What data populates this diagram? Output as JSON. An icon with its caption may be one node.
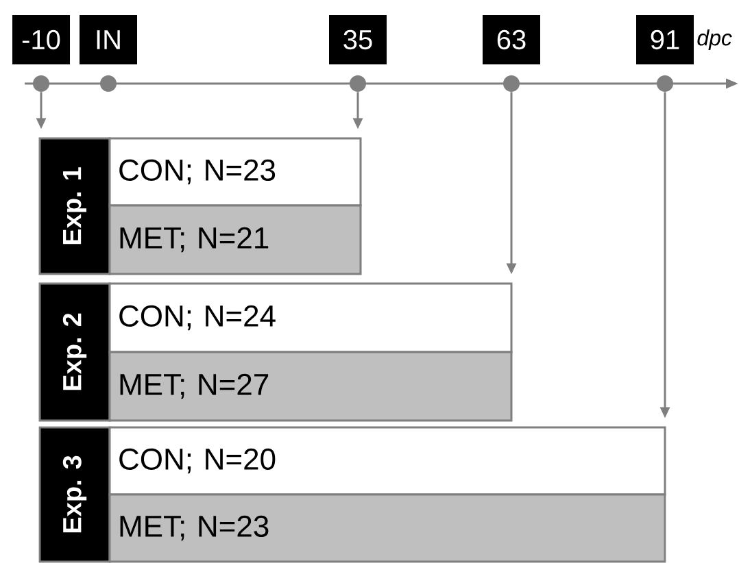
{
  "diagram": {
    "nodes": [
      {
        "text": [
          "-10"
        ]
      },
      {
        "text": [
          "IN"
        ]
      },
      {
        "text": [
          "35"
        ]
      },
      {
        "text": [
          "63"
        ]
      },
      {
        "text": [
          "91"
        ]
      },
      {
        "text": [],
        "shape": "circle"
      },
      {
        "text": [],
        "shape": "circle"
      },
      {
        "text": [],
        "shape": "circle"
      },
      {
        "text": [],
        "shape": "circle"
      },
      {
        "text": [],
        "shape": "circle"
      },
      {
        "text": [
          "Exp. 1"
        ]
      },
      {
        "text": [
          "CON; N=23"
        ]
      },
      {
        "text": [
          "MET; N=21"
        ]
      },
      {
        "text": [
          "Exp. 2"
        ]
      },
      {
        "text": [
          "CON; N=24"
        ]
      },
      {
        "text": [
          "MET; N=27"
        ]
      },
      {
        "text": [
          "Exp. 3"
        ]
      },
      {
        "text": [
          "CON; N=20"
        ]
      },
      {
        "text": [
          "MET; N=23"
        ]
      }
    ],
    "edges": [
      {
        "from": 5,
        "to": 10,
        "arrow": "to"
      },
      {
        "from": 7,
        "to": 11,
        "arrow": "to"
      },
      {
        "from": 8,
        "to": 14,
        "arrow": "to"
      },
      {
        "from": 9,
        "to": 17,
        "arrow": "to"
      }
    ],
    "labels": [
      "dpc"
    ]
  }
}
